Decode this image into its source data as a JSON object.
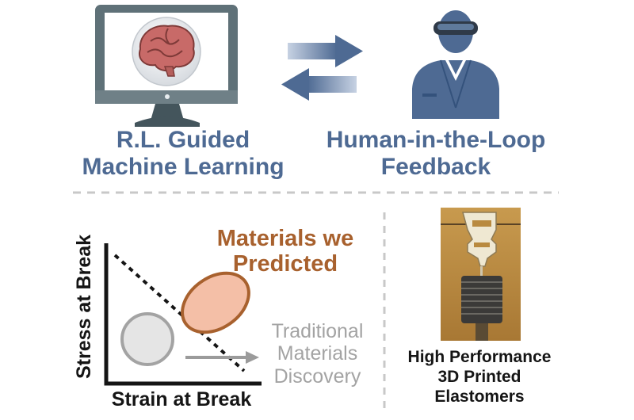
{
  "top": {
    "left_caption": [
      "R.L. Guided",
      "Machine Learning"
    ],
    "right_caption": [
      "Human-in-the-Loop",
      "Feedback"
    ],
    "left_icon": "computer-brain-icon",
    "right_icon": "scientist-with-goggles-icon"
  },
  "plot": {
    "y_axis_label": "Stress at Break",
    "x_axis_label": "Strain at Break",
    "predicted_label": [
      "Materials we",
      "Predicted"
    ],
    "traditional_label": [
      "Traditional",
      "Materials",
      "Discovery"
    ]
  },
  "photo": {
    "caption": [
      "High Performance",
      "3D Printed",
      "Elastomers"
    ]
  },
  "colors": {
    "accent_blue": "#4e6a93",
    "predicted_fill": "#f4bfa7",
    "predicted_stroke": "#a8612e",
    "traditional_fill": "#e5e5e5",
    "traditional_stroke": "#a3a3a3",
    "photo_background": "#b98a3f"
  }
}
